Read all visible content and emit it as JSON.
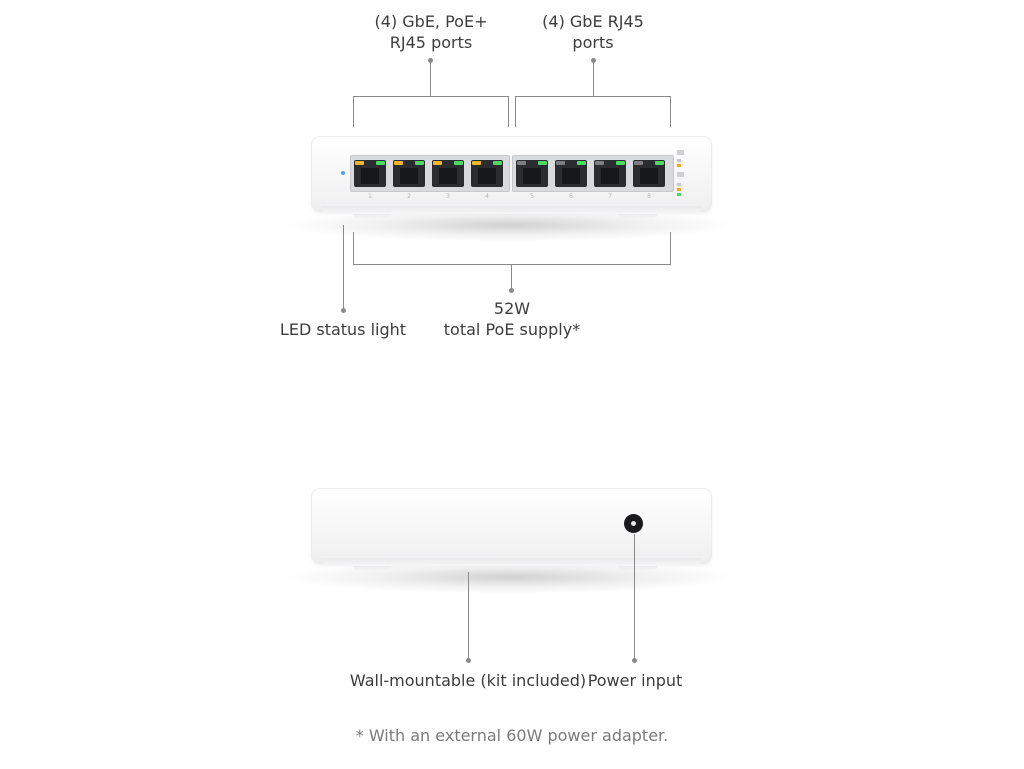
{
  "top_labels": {
    "poe_ports": {
      "line1": "(4) GbE, PoE+",
      "line2": "RJ45 ports"
    },
    "gbe_ports": {
      "line1": "(4) GbE RJ45",
      "line2": "ports"
    }
  },
  "mid_labels": {
    "led_status": "LED status light",
    "poe_watt": "52W",
    "poe_supply": "total PoE supply*"
  },
  "bottom_labels": {
    "wall_mount": "Wall-mountable (kit included)",
    "power_input": "Power input"
  },
  "footnote": "* With an external 60W power adapter.",
  "ports": {
    "numbers": [
      "1",
      "2",
      "3",
      "4",
      "5",
      "6",
      "7",
      "8"
    ],
    "poe_led_color": "#f5b723",
    "link_led_color": "#4cd964",
    "status_led_color": "#4aa3ff"
  },
  "icons": {
    "status_led": "led-dot",
    "power_jack": "dc-barrel-jack"
  }
}
